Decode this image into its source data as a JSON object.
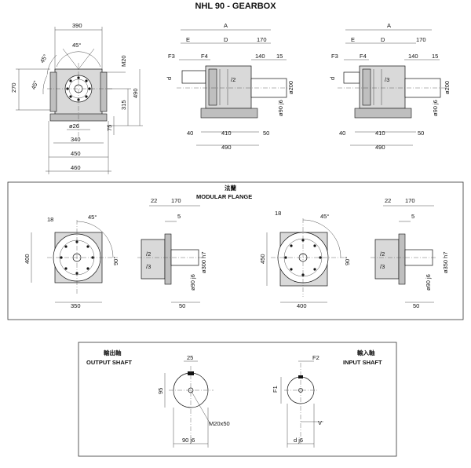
{
  "title": "NHL 90 - GEARBOX",
  "top_left": {
    "dims": [
      "390",
      "45°",
      "45°",
      "45°",
      "270",
      "M20",
      "315",
      "490",
      "ø26",
      "75",
      "340",
      "450",
      "460"
    ]
  },
  "top_mid": {
    "dims": [
      "A",
      "E",
      "D",
      "170",
      "F3",
      "F4",
      "140",
      "15",
      "d",
      "/2",
      "ø200",
      "ø90 j6",
      "40",
      "410",
      "50",
      "490"
    ]
  },
  "top_right": {
    "dims": [
      "A",
      "E",
      "D",
      "170",
      "F3",
      "F4",
      "140",
      "15",
      "d",
      "/3",
      "ø200",
      "ø90 j6",
      "40",
      "410",
      "50",
      "490"
    ]
  },
  "flange": {
    "title_cn": "法蘭",
    "title_en": "MODULAR FLANGE",
    "left_front": [
      "18",
      "45°",
      "400",
      "90°",
      "350"
    ],
    "left_side": [
      "22",
      "170",
      "5",
      "/2",
      "/3",
      "ø300 h7",
      "ø90 j6",
      "50"
    ],
    "right_front": [
      "18",
      "45°",
      "450",
      "90°",
      "400"
    ],
    "right_side": [
      "22",
      "170",
      "5",
      "/2",
      "/3",
      "ø350 h7",
      "ø90 j6",
      "50"
    ]
  },
  "shafts": {
    "output_cn": "輸出軸",
    "output_en": "OUTPUT SHAFT",
    "output_dims": [
      "25",
      "95",
      "M20x50",
      "90 j6"
    ],
    "input_cn": "輸入軸",
    "input_en": "INPUT SHAFT",
    "input_dims": [
      "F2",
      "F1",
      "V",
      "d j6"
    ]
  }
}
